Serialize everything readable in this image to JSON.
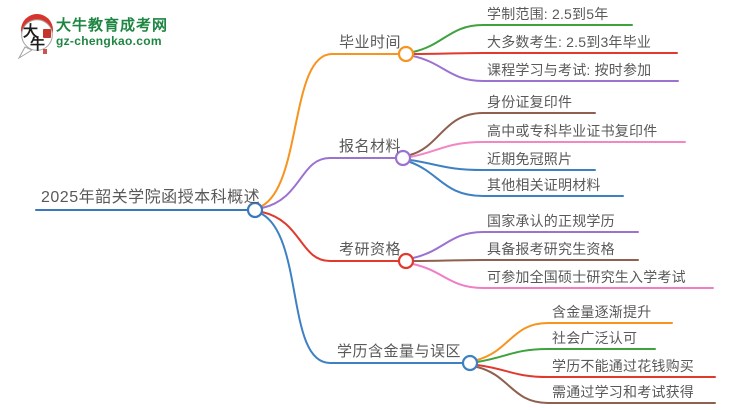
{
  "logo": {
    "brand": "大牛教育成考网",
    "domain": "gz-chengkao.com",
    "brand_color": "#1E8642",
    "icon": {
      "char_top": "大",
      "char_bottom": "牛",
      "accent_red": "#D7352B"
    }
  },
  "root": {
    "label": "2025年韶关学院函授本科概述",
    "color": "#3A78BE"
  },
  "branches": [
    {
      "label": "毕业时间",
      "color": "#F7941E",
      "children": [
        {
          "label": "学制范围: 2.5到5年",
          "color": "#3FA23F"
        },
        {
          "label": "大多数考生: 2.5到3年毕业",
          "color": "#E03A2F"
        },
        {
          "label": "课程学习与考试: 按时参加",
          "color": "#9B72D0"
        }
      ]
    },
    {
      "label": "报名材料",
      "color": "#9B72D0",
      "children": [
        {
          "label": "身份证复印件",
          "color": "#8F5F50"
        },
        {
          "label": "高中或专科毕业证书复印件",
          "color": "#F287C3"
        },
        {
          "label": "近期免冠照片",
          "color": "#3E80C4"
        },
        {
          "label": "其他相关证明材料",
          "color": "#3E80C4"
        }
      ]
    },
    {
      "label": "考研资格",
      "color": "#E03A2F",
      "children": [
        {
          "label": "国家承认的正规学历",
          "color": "#9B72D0"
        },
        {
          "label": "具备报考研究生资格",
          "color": "#8F5F50"
        },
        {
          "label": "可参加全国硕士研究生入学考试",
          "color": "#F07EC6"
        }
      ]
    },
    {
      "label": "学历含金量与误区",
      "color": "#3E80C4",
      "children": [
        {
          "label": "含金量逐渐提升",
          "color": "#F7941E"
        },
        {
          "label": "社会广泛认可",
          "color": "#3FA23F"
        },
        {
          "label": "学历不能通过花钱购买",
          "color": "#E03A2F"
        },
        {
          "label": "需通过学习和考试获得",
          "color": "#8F5F50"
        }
      ]
    }
  ],
  "text_color": "#595959"
}
